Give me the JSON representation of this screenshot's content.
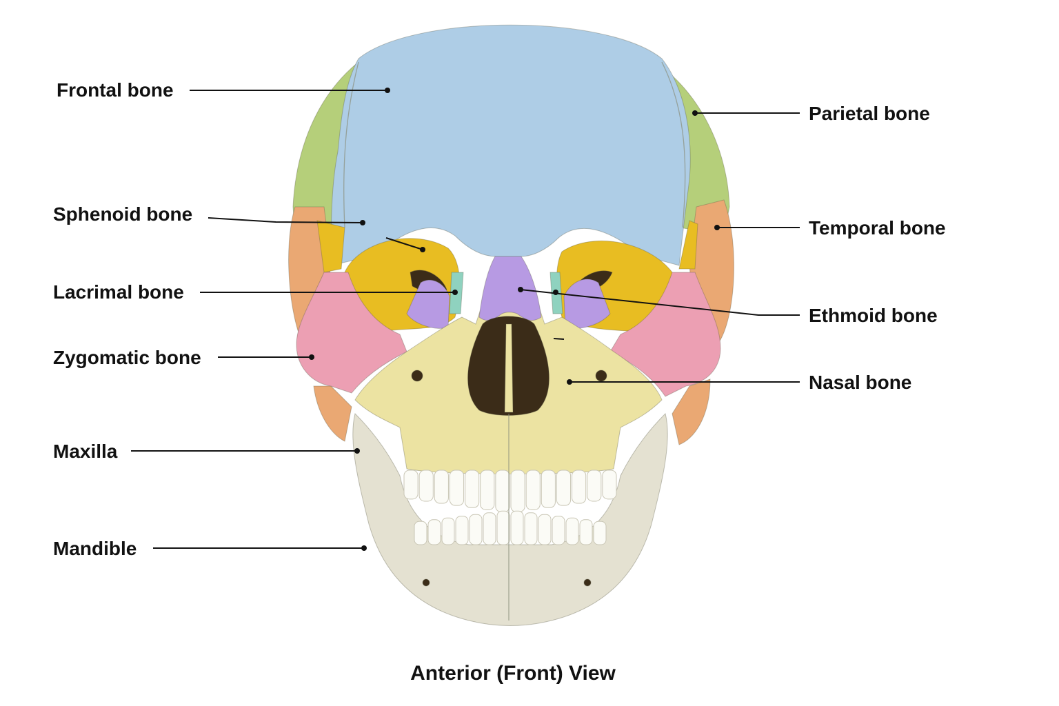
{
  "labels": {
    "frontal": "Frontal bone",
    "parietal": "Parietal bone",
    "sphenoid": "Sphenoid bone",
    "temporal": "Temporal bone",
    "lacrimal": "Lacrimal bone",
    "ethmoid": "Ethmoid bone",
    "zygomatic": "Zygomatic bone",
    "nasal": "Nasal bone",
    "maxilla": "Maxilla",
    "mandible": "Mandible"
  },
  "caption": "Anterior (Front) View",
  "colors": {
    "frontal": "#aecde6",
    "parietal": "#b5cf7a",
    "temporal": "#eaa873",
    "sphenoid": "#e8bd22",
    "zygomatic": "#ec9fb3",
    "maxilla": "#ece3a2",
    "mandible": "#e4e1d1",
    "nasal": "#b79ae3",
    "lacrimal": "#8fd2bf",
    "ethmoid": "#b79ae3",
    "teeth": "#fbfbf6",
    "cavity": "#3b2c18"
  }
}
